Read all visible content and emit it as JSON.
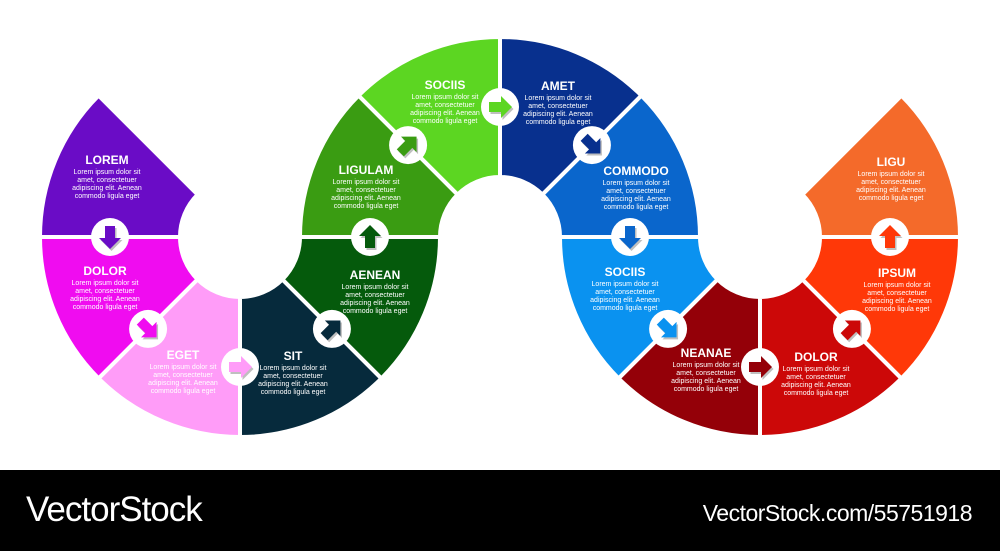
{
  "segments": [
    {
      "title": "LOREM",
      "color": "#6a0cc6",
      "body": [
        "Lorem ipsum dolor sit",
        "amet, consectetuer",
        "adipiscing elit. Aenean",
        "commodo ligula eget"
      ]
    },
    {
      "title": "DOLOR",
      "color": "#f00cf0",
      "body": [
        "Lorem ipsum dolor sit",
        "amet, consectetuer",
        "adipiscing elit. Aenean",
        "commodo ligula eget"
      ]
    },
    {
      "title": "EGET",
      "color": "#ff9cf8",
      "body": [
        "Lorem ipsum dolor sit",
        "amet, consectetuer",
        "adipiscing elit. Aenean",
        "commodo ligula eget"
      ]
    },
    {
      "title": "SIT",
      "color": "#062a3c",
      "body": [
        "Lorem ipsum dolor sit",
        "amet, consectetuer",
        "adipiscing elit. Aenean",
        "commodo ligula eget"
      ]
    },
    {
      "title": "AENEAN",
      "color": "#055a0c",
      "body": [
        "Lorem ipsum dolor sit",
        "amet, consectetuer",
        "adipiscing elit. Aenean",
        "commodo ligula eget"
      ]
    },
    {
      "title": "LIGULAM",
      "color": "#3a9c12",
      "body": [
        "Lorem ipsum dolor sit",
        "amet, consectetuer",
        "adipiscing elit. Aenean",
        "commodo ligula eget"
      ]
    },
    {
      "title": "SOCIIS",
      "color": "#5cd622",
      "body": [
        "Lorem ipsum dolor sit",
        "amet, consectetuer",
        "adipiscing elit. Aenean",
        "commodo ligula eget"
      ]
    },
    {
      "title": "AMET",
      "color": "#08308e",
      "body": [
        "Lorem ipsum dolor sit",
        "amet, consectetuer",
        "adipiscing elit. Aenean",
        "commodo ligula eget"
      ]
    },
    {
      "title": "COMMODO",
      "color": "#0a66cc",
      "body": [
        "Lorem ipsum dolor sit",
        "amet, consectetuer",
        "adipiscing elit. Aenean",
        "commodo ligula eget"
      ]
    },
    {
      "title": "SOCIIS",
      "color": "#0a92f0",
      "body": [
        "Lorem ipsum dolor sit",
        "amet, consectetuer",
        "adipiscing elit. Aenean",
        "commodo ligula eget"
      ]
    },
    {
      "title": "NEANAE",
      "color": "#940008",
      "body": [
        "Lorem ipsum dolor sit",
        "amet, consectetuer",
        "adipiscing elit. Aenean",
        "commodo ligula eget"
      ]
    },
    {
      "title": "DOLOR",
      "color": "#cc0808",
      "body": [
        "Lorem ipsum dolor sit",
        "amet, consectetuer",
        "adipiscing elit. Aenean",
        "commodo ligula eget"
      ]
    },
    {
      "title": "IPSUM",
      "color": "#ff3808",
      "body": [
        "Lorem ipsum dolor sit",
        "amet, consectetuer",
        "adipiscing elit. Aenean",
        "commodo ligula eget"
      ]
    },
    {
      "title": "LIGU",
      "color": "#f46a2a",
      "body": [
        "Lorem ipsum dolor sit",
        "amet, consectetuer",
        "adipiscing elit. Aenean",
        "commodo ligula eget"
      ]
    }
  ],
  "arrow_icon": "arrow-icon",
  "footer": {
    "brand": "VectorStock",
    "url": "VectorStock.com/55751918"
  }
}
